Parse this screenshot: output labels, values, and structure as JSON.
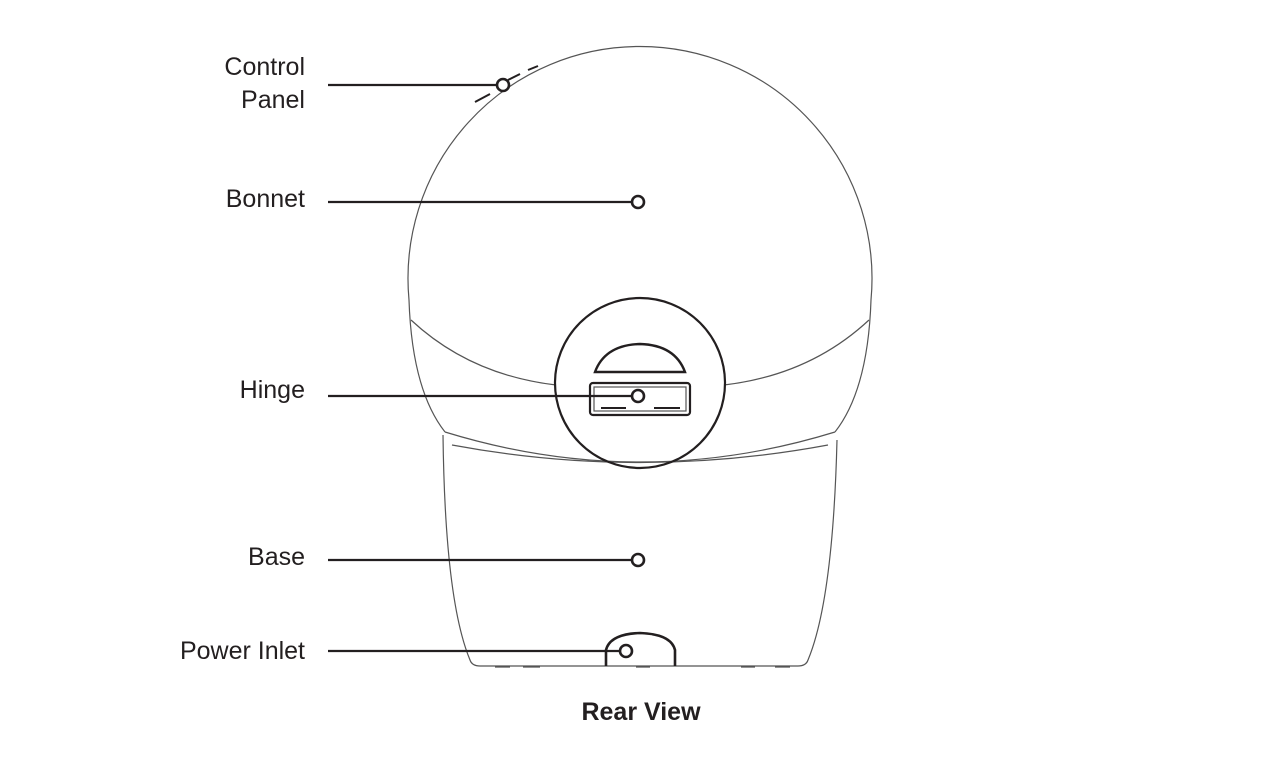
{
  "diagram": {
    "title": "Rear View",
    "labels": {
      "control_panel_line1": "Control",
      "control_panel_line2": "Panel",
      "bonnet": "Bonnet",
      "hinge": "Hinge",
      "base": "Base",
      "power_inlet": "Power Inlet"
    }
  }
}
